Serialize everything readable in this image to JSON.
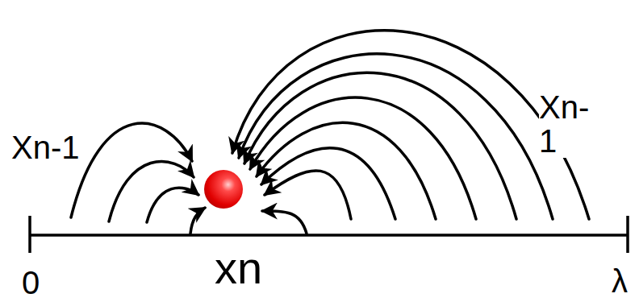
{
  "diagram": {
    "labels": [
      "Xn-1",
      "Xn-1",
      "xn",
      "0",
      "λ"
    ]
  }
}
